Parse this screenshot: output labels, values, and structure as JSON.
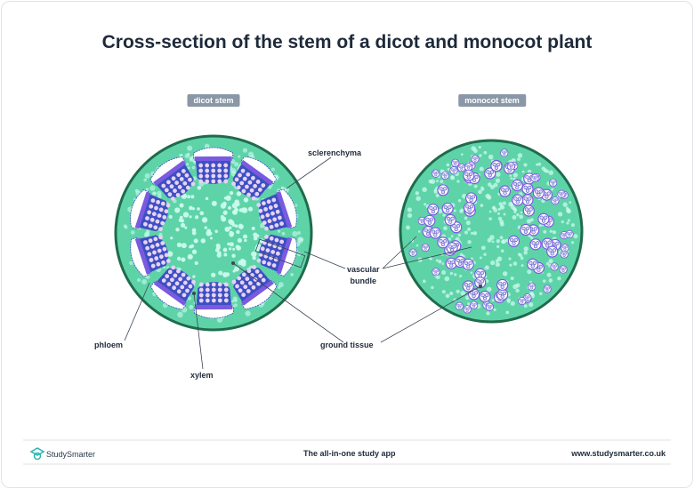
{
  "title": "Cross-section of the stem of a dicot and monocot plant",
  "badges": {
    "dicot": "dicot stem",
    "monocot": "monocot stem"
  },
  "labels": {
    "sclerenchyma": "sclerenchyma",
    "vascular_1": "vascular",
    "vascular_2": "bundle",
    "ground_tissue": "ground tissue",
    "phloem": "phloem",
    "xylem": "xylem"
  },
  "footer": {
    "brand": "StudySmarter",
    "tagline": "The all-in-one study app",
    "url": "www.studysmarter.co.uk"
  },
  "colors": {
    "tissue": "#5fd3a8",
    "outline": "#1f6b4c",
    "bundle": "#3d4fc2",
    "cells": "#e6d3f5",
    "speckle": "#c9fbee"
  }
}
